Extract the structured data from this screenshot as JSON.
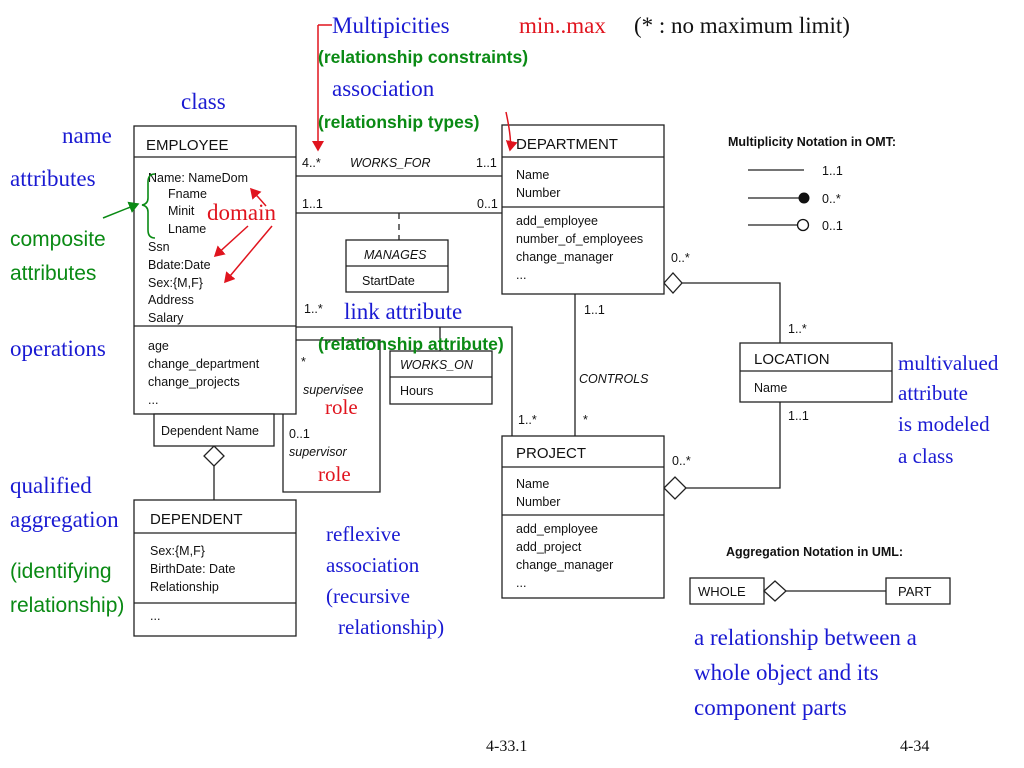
{
  "colors": {
    "blue": "#1a1ad2",
    "red": "#e0141e",
    "green": "#0a8a14",
    "ink": "#111111"
  },
  "annotations": {
    "multiplicities": "Multipicities",
    "min_max": "min..max",
    "no_max": "(* : no maximum limit)",
    "relationship_constraints": "(relationship constraints)",
    "association": "association",
    "relationship_types": "(relationship types)",
    "class": "class",
    "name": "name",
    "attributes": "attributes",
    "composite_1": "composite",
    "composite_2": "attributes",
    "domain": "domain",
    "operations": "operations",
    "link_attribute": "link attribute",
    "relationship_attribute": "(relationship attribute)",
    "role_supervisee": "role",
    "role_supervisor": "role",
    "qualified": "qualified",
    "aggregation": "aggregation",
    "identifying_1": "(identifying",
    "identifying_2": "relationship)",
    "reflexive_1": "reflexive",
    "reflexive_2": "association",
    "reflexive_3": "(recursive",
    "reflexive_4": "relationship)",
    "multivalued_1": "multivalued",
    "multivalued_2": "attribute",
    "multivalued_3": "is modeled",
    "multivalued_4": "a class",
    "whole_part_1": "a relationship between a",
    "whole_part_2": "whole object and its",
    "whole_part_3": "component parts"
  },
  "classes": {
    "employee": {
      "name": "EMPLOYEE",
      "attributes": [
        "Name: NameDom",
        "Fname",
        "Minit",
        "Lname",
        "Ssn",
        "Bdate:Date",
        "Sex:{M,F}",
        "Address",
        "Salary"
      ],
      "operations": [
        "age",
        "change_department",
        "change_projects",
        "..."
      ]
    },
    "department": {
      "name": "DEPARTMENT",
      "attributes": [
        "Name",
        "Number"
      ],
      "operations": [
        "add_employee",
        "number_of_employees",
        "change_manager",
        "..."
      ]
    },
    "project": {
      "name": "PROJECT",
      "attributes": [
        "Name",
        "Number"
      ],
      "operations": [
        "add_employee",
        "add_project",
        "change_manager",
        "..."
      ]
    },
    "dependent": {
      "name": "DEPENDENT",
      "attributes": [
        "Sex:{M,F}",
        "BirthDate: Date",
        "Relationship"
      ],
      "operations": [
        "..."
      ]
    },
    "location": {
      "name": "LOCATION",
      "attributes": [
        "Name"
      ]
    },
    "manages": {
      "name": "MANAGES",
      "attributes": [
        "StartDate"
      ]
    },
    "works_on": {
      "name": "WORKS_ON",
      "attributes": [
        "Hours"
      ]
    }
  },
  "qualifier": "Dependent Name",
  "associations": {
    "works_for": "WORKS_FOR",
    "controls": "CONTROLS",
    "supervisee": "supervisee",
    "supervisor": "supervisor"
  },
  "multiplicities": {
    "wf_emp": "4..*",
    "wf_dept": "1..1",
    "mg_emp": "1..1",
    "mg_dept": "0..1",
    "wo_emp": "1..*",
    "wo_proj": "1..*",
    "supervisee_mult": "*",
    "supervisor_mult": "0..1",
    "dept_loc": "0..*",
    "loc_dept": "1..*",
    "ctrl_dept": "1..1",
    "ctrl_proj": "*",
    "loc_proj": "1..1",
    "proj_loc": "0..*"
  },
  "omt_legend": {
    "title": "Multiplicity Notation in OMT:",
    "items": [
      "1..1",
      "0..*",
      "0..1"
    ]
  },
  "uml_legend": {
    "title": "Aggregation Notation in UML:",
    "whole": "WHOLE",
    "part": "PART"
  },
  "footer": {
    "left": "4-33.1",
    "right": "4-34"
  }
}
